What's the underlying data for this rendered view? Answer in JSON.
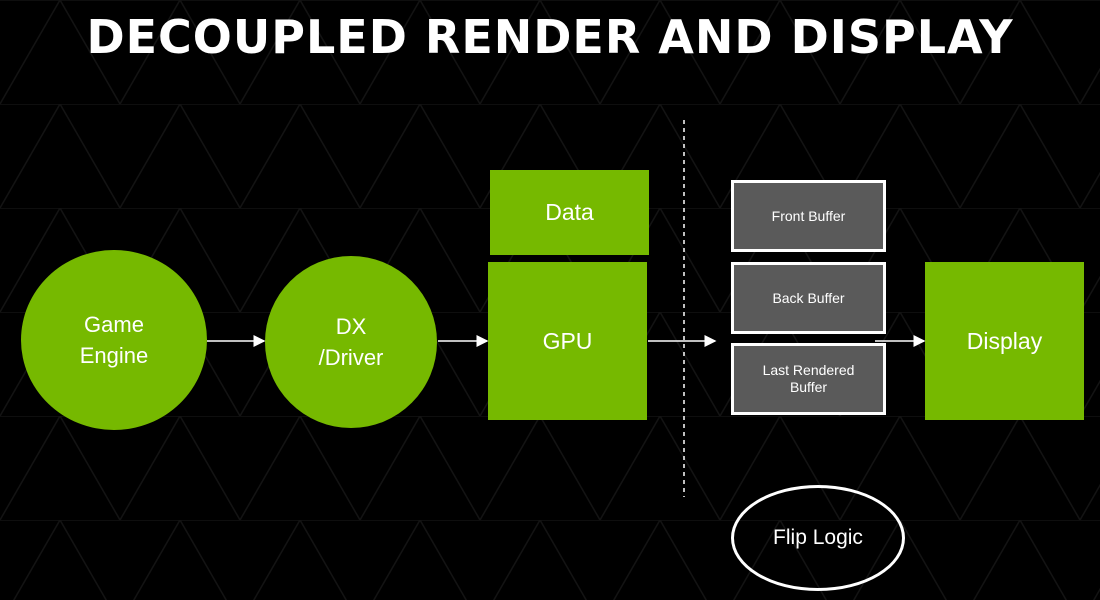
{
  "title": "DECOUPLED RENDER AND DISPLAY",
  "colors": {
    "accent": "#76b900",
    "buffer": "#5a5a5a",
    "background": "#000000"
  },
  "nodes": {
    "game_engine": {
      "line1": "Game",
      "line2": "Engine"
    },
    "dx_driver": {
      "line1": "DX",
      "line2": "/Driver"
    },
    "data": "Data",
    "gpu": "GPU",
    "front_buffer": "Front Buffer",
    "back_buffer": "Back Buffer",
    "last_rendered": {
      "line1": "Last Rendered",
      "line2": "Buffer"
    },
    "display": "Display",
    "flip_logic": "Flip Logic"
  }
}
